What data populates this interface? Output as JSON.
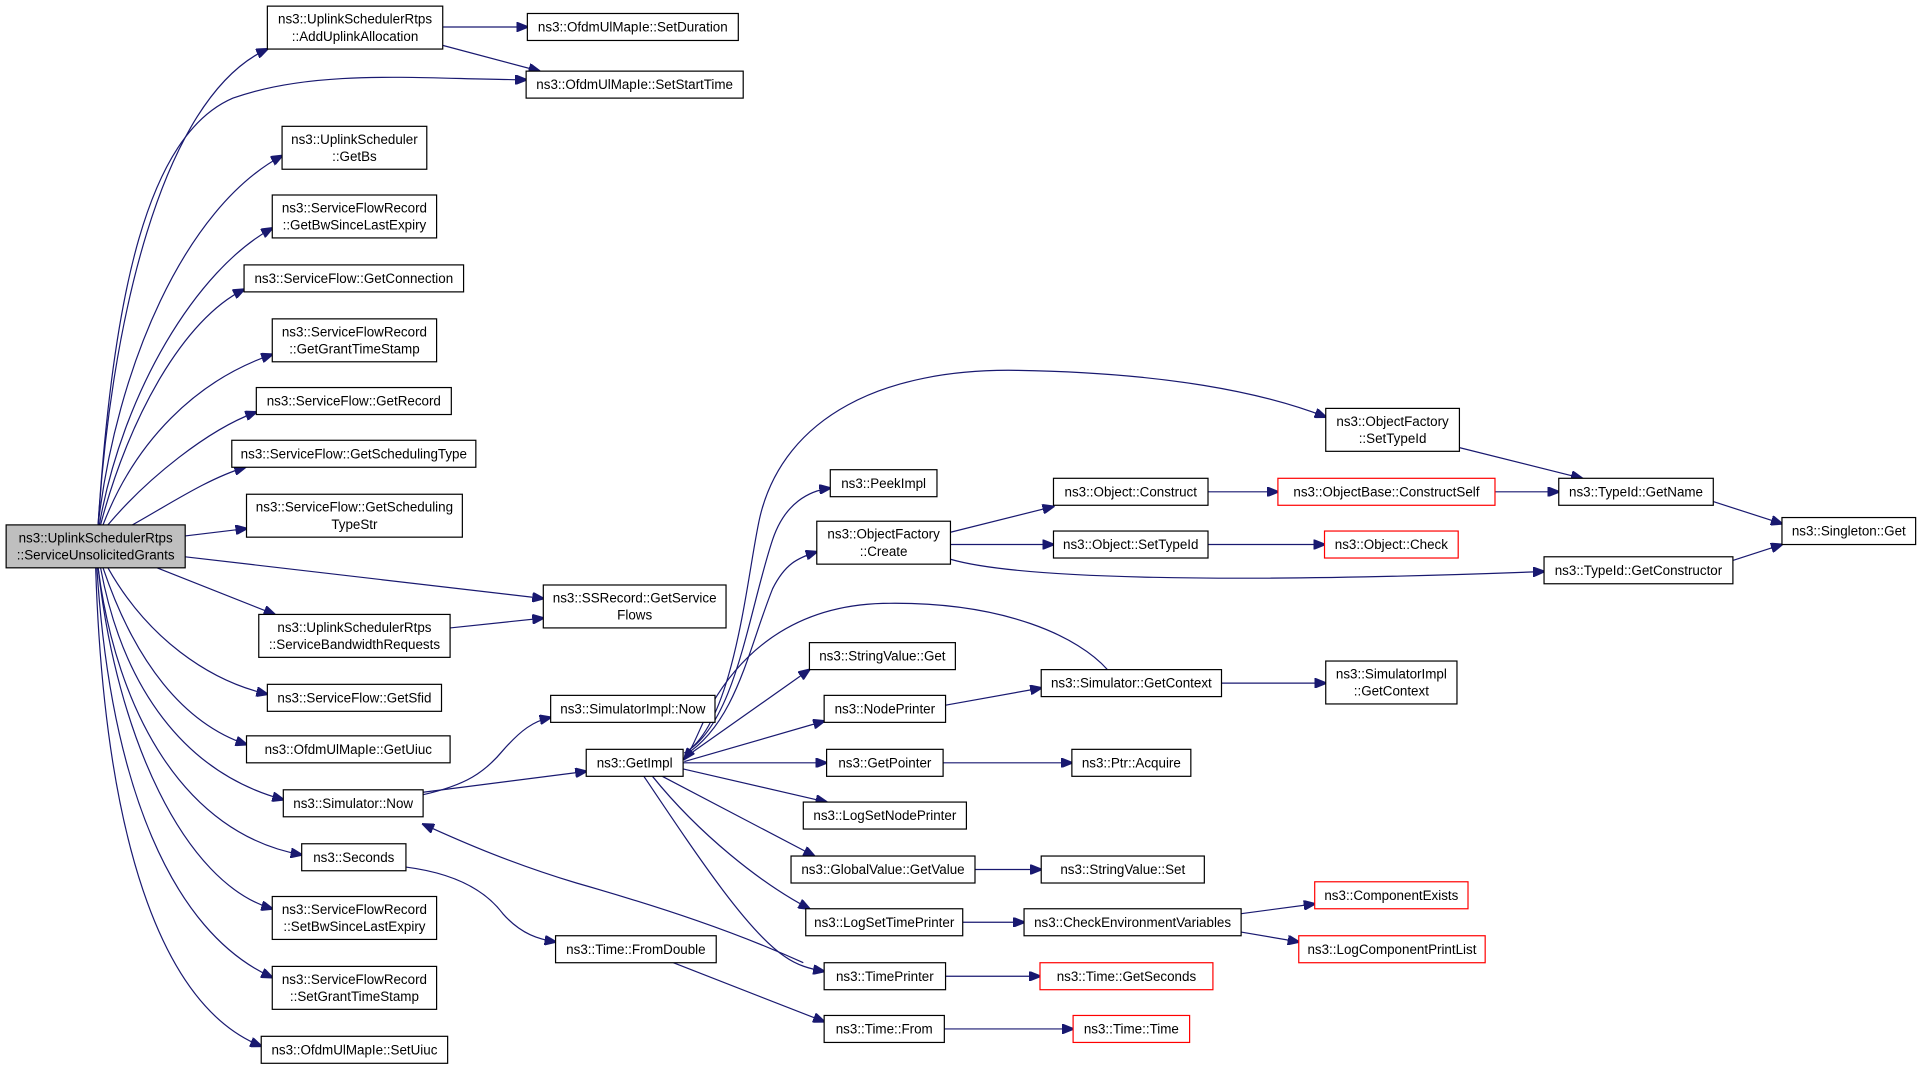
{
  "colors": {
    "edge": "#191970",
    "node_border": "#000000",
    "node_border_truncated": "#ff0000",
    "root_fill": "#bfbfbf",
    "node_fill": "#ffffff"
  },
  "nodes": [
    {
      "id": "root",
      "lines": [
        "ns3::UplinkSchedulerRtps",
        "::ServiceUnsolicitedGrants"
      ],
      "style": "root"
    },
    {
      "id": "addUplink",
      "lines": [
        "ns3::UplinkSchedulerRtps",
        "::AddUplinkAllocation"
      ]
    },
    {
      "id": "setDuration",
      "lines": [
        "ns3::OfdmUlMapIe::SetDuration"
      ]
    },
    {
      "id": "setStartTime",
      "lines": [
        "ns3::OfdmUlMapIe::SetStartTime"
      ]
    },
    {
      "id": "getBs",
      "lines": [
        "ns3::UplinkScheduler",
        "::GetBs"
      ]
    },
    {
      "id": "getBwSince",
      "lines": [
        "ns3::ServiceFlowRecord",
        "::GetBwSinceLastExpiry"
      ]
    },
    {
      "id": "getConnection",
      "lines": [
        "ns3::ServiceFlow::GetConnection"
      ]
    },
    {
      "id": "getGrantTS",
      "lines": [
        "ns3::ServiceFlowRecord",
        "::GetGrantTimeStamp"
      ]
    },
    {
      "id": "getRecord",
      "lines": [
        "ns3::ServiceFlow::GetRecord"
      ]
    },
    {
      "id": "getSchedType",
      "lines": [
        "ns3::ServiceFlow::GetSchedulingType"
      ]
    },
    {
      "id": "getSchedTypeStr",
      "lines": [
        "ns3::ServiceFlow::GetScheduling",
        "TypeStr"
      ]
    },
    {
      "id": "getServiceFlows",
      "lines": [
        "ns3::SSRecord::GetService",
        "Flows"
      ]
    },
    {
      "id": "serviceBwReq",
      "lines": [
        "ns3::UplinkSchedulerRtps",
        "::ServiceBandwidthRequests"
      ]
    },
    {
      "id": "getSfid",
      "lines": [
        "ns3::ServiceFlow::GetSfid"
      ]
    },
    {
      "id": "getUiuc",
      "lines": [
        "ns3::OfdmUlMapIe::GetUiuc"
      ]
    },
    {
      "id": "simNow",
      "lines": [
        "ns3::Simulator::Now"
      ]
    },
    {
      "id": "seconds",
      "lines": [
        "ns3::Seconds"
      ]
    },
    {
      "id": "setBwSince",
      "lines": [
        "ns3::ServiceFlowRecord",
        "::SetBwSinceLastExpiry"
      ]
    },
    {
      "id": "setGrantTS",
      "lines": [
        "ns3::ServiceFlowRecord",
        "::SetGrantTimeStamp"
      ]
    },
    {
      "id": "setUiuc",
      "lines": [
        "ns3::OfdmUlMapIe::SetUiuc"
      ]
    },
    {
      "id": "simImplNow",
      "lines": [
        "ns3::SimulatorImpl::Now"
      ]
    },
    {
      "id": "getImpl",
      "lines": [
        "ns3::GetImpl"
      ]
    },
    {
      "id": "fromDouble",
      "lines": [
        "ns3::Time::FromDouble"
      ]
    },
    {
      "id": "timeFrom",
      "lines": [
        "ns3::Time::From"
      ]
    },
    {
      "id": "peekImpl",
      "lines": [
        "ns3::PeekImpl"
      ]
    },
    {
      "id": "ofCreate",
      "lines": [
        "ns3::ObjectFactory",
        "::Create"
      ]
    },
    {
      "id": "svGet",
      "lines": [
        "ns3::StringValue::Get"
      ]
    },
    {
      "id": "nodePrinter",
      "lines": [
        "ns3::NodePrinter"
      ]
    },
    {
      "id": "getPointer",
      "lines": [
        "ns3::GetPointer"
      ]
    },
    {
      "id": "logSetNodePrinter",
      "lines": [
        "ns3::LogSetNodePrinter"
      ]
    },
    {
      "id": "gvGetValue",
      "lines": [
        "ns3::GlobalValue::GetValue"
      ]
    },
    {
      "id": "logSetTimePrinter",
      "lines": [
        "ns3::LogSetTimePrinter"
      ]
    },
    {
      "id": "timePrinter",
      "lines": [
        "ns3::TimePrinter"
      ]
    },
    {
      "id": "ofSetTypeId",
      "lines": [
        "ns3::ObjectFactory",
        "::SetTypeId"
      ]
    },
    {
      "id": "objConstruct",
      "lines": [
        "ns3::Object::Construct"
      ]
    },
    {
      "id": "objSetTypeId",
      "lines": [
        "ns3::Object::SetTypeId"
      ]
    },
    {
      "id": "simGetContext",
      "lines": [
        "ns3::Simulator::GetContext"
      ]
    },
    {
      "id": "ptrAcquire",
      "lines": [
        "ns3::Ptr::Acquire"
      ]
    },
    {
      "id": "svSet",
      "lines": [
        "ns3::StringValue::Set"
      ]
    },
    {
      "id": "checkEnv",
      "lines": [
        "ns3::CheckEnvironmentVariables"
      ]
    },
    {
      "id": "timeGetSeconds",
      "lines": [
        "ns3::Time::GetSeconds"
      ],
      "style": "truncated"
    },
    {
      "id": "timeTime",
      "lines": [
        "ns3::Time::Time"
      ],
      "style": "truncated"
    },
    {
      "id": "constructSelf",
      "lines": [
        "ns3::ObjectBase::ConstructSelf"
      ],
      "style": "truncated"
    },
    {
      "id": "objCheck",
      "lines": [
        "ns3::Object::Check"
      ],
      "style": "truncated"
    },
    {
      "id": "simImplGetContext",
      "lines": [
        "ns3::SimulatorImpl",
        "::GetContext"
      ]
    },
    {
      "id": "componentExists",
      "lines": [
        "ns3::ComponentExists"
      ],
      "style": "truncated"
    },
    {
      "id": "logComponentPrintList",
      "lines": [
        "ns3::LogComponentPrintList"
      ],
      "style": "truncated"
    },
    {
      "id": "typeIdGetName",
      "lines": [
        "ns3::TypeId::GetName"
      ]
    },
    {
      "id": "typeIdGetCtor",
      "lines": [
        "ns3::TypeId::GetConstructor"
      ]
    },
    {
      "id": "singletonGet",
      "lines": [
        "ns3::Singleton::Get"
      ]
    }
  ],
  "edges": [
    [
      "root",
      "addUplink"
    ],
    [
      "root",
      "setStartTime"
    ],
    [
      "root",
      "getBs"
    ],
    [
      "root",
      "getBwSince"
    ],
    [
      "root",
      "getConnection"
    ],
    [
      "root",
      "getGrantTS"
    ],
    [
      "root",
      "getRecord"
    ],
    [
      "root",
      "getSchedType"
    ],
    [
      "root",
      "getSchedTypeStr"
    ],
    [
      "root",
      "getServiceFlows"
    ],
    [
      "root",
      "serviceBwReq"
    ],
    [
      "root",
      "getSfid"
    ],
    [
      "root",
      "getUiuc"
    ],
    [
      "root",
      "simNow"
    ],
    [
      "root",
      "seconds"
    ],
    [
      "root",
      "setBwSince"
    ],
    [
      "root",
      "setGrantTS"
    ],
    [
      "root",
      "setUiuc"
    ],
    [
      "addUplink",
      "setDuration"
    ],
    [
      "addUplink",
      "setStartTime"
    ],
    [
      "serviceBwReq",
      "getServiceFlows"
    ],
    [
      "simNow",
      "simImplNow"
    ],
    [
      "simNow",
      "getImpl"
    ],
    [
      "seconds",
      "fromDouble"
    ],
    [
      "fromDouble",
      "timeFrom"
    ],
    [
      "timeFrom",
      "timeTime"
    ],
    [
      "getImpl",
      "peekImpl"
    ],
    [
      "getImpl",
      "ofCreate"
    ],
    [
      "getImpl",
      "svGet"
    ],
    [
      "getImpl",
      "nodePrinter"
    ],
    [
      "getImpl",
      "getPointer"
    ],
    [
      "getImpl",
      "logSetNodePrinter"
    ],
    [
      "getImpl",
      "gvGetValue"
    ],
    [
      "getImpl",
      "logSetTimePrinter"
    ],
    [
      "getImpl",
      "timePrinter"
    ],
    [
      "getImpl",
      "ofSetTypeId"
    ],
    [
      "ofCreate",
      "objConstruct"
    ],
    [
      "ofCreate",
      "objSetTypeId"
    ],
    [
      "ofCreate",
      "typeIdGetCtor"
    ],
    [
      "objConstruct",
      "constructSelf"
    ],
    [
      "constructSelf",
      "typeIdGetName"
    ],
    [
      "objSetTypeId",
      "objCheck"
    ],
    [
      "ofSetTypeId",
      "typeIdGetName"
    ],
    [
      "typeIdGetName",
      "singletonGet"
    ],
    [
      "typeIdGetCtor",
      "singletonGet"
    ],
    [
      "nodePrinter",
      "simGetContext"
    ],
    [
      "simGetContext",
      "simImplGetContext"
    ],
    [
      "simGetContext",
      "getImpl"
    ],
    [
      "getPointer",
      "ptrAcquire"
    ],
    [
      "gvGetValue",
      "svSet"
    ],
    [
      "logSetTimePrinter",
      "checkEnv"
    ],
    [
      "checkEnv",
      "componentExists"
    ],
    [
      "checkEnv",
      "logComponentPrintList"
    ],
    [
      "timePrinter",
      "timeGetSeconds"
    ],
    [
      "timePrinter",
      "simNow"
    ]
  ]
}
